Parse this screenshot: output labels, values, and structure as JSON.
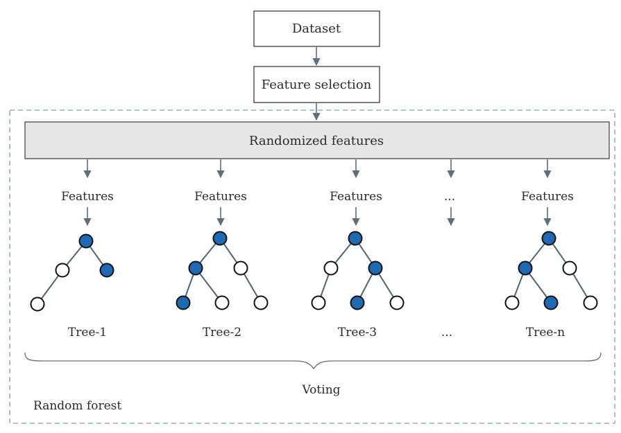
{
  "dataset_label": "Dataset",
  "feature_selection_label": "Feature selection",
  "randomized_label": "Randomized features",
  "ellipsis": "...",
  "voting_label": "Voting",
  "random_forest_label": "Random forest",
  "colors": {
    "filled_node": "#1d6ab4",
    "empty_node": "#ffffff",
    "edge": "#4f6472",
    "arrow": "#5b6f7c",
    "frame": "#7aa0b4",
    "band": "#e6e6e6"
  },
  "trees": [
    {
      "features_label": "Features",
      "tree_label": "Tree-1",
      "nodes": [
        {
          "id": "root",
          "filled": true
        },
        {
          "id": "l",
          "filled": false
        },
        {
          "id": "r",
          "filled": true
        },
        {
          "id": "ll",
          "filled": false
        }
      ],
      "edges": [
        [
          "root",
          "l"
        ],
        [
          "root",
          "r"
        ],
        [
          "l",
          "ll"
        ]
      ]
    },
    {
      "features_label": "Features",
      "tree_label": "Tree-2",
      "nodes": [
        {
          "id": "root",
          "filled": true
        },
        {
          "id": "l",
          "filled": true
        },
        {
          "id": "r",
          "filled": false
        },
        {
          "id": "ll",
          "filled": true
        },
        {
          "id": "lr",
          "filled": false
        },
        {
          "id": "rr",
          "filled": false
        }
      ],
      "edges": [
        [
          "root",
          "l"
        ],
        [
          "root",
          "r"
        ],
        [
          "l",
          "ll"
        ],
        [
          "l",
          "lr"
        ],
        [
          "r",
          "rr"
        ]
      ]
    },
    {
      "features_label": "Features",
      "tree_label": "Tree-3",
      "nodes": [
        {
          "id": "root",
          "filled": true
        },
        {
          "id": "l",
          "filled": false
        },
        {
          "id": "r",
          "filled": true
        },
        {
          "id": "ll",
          "filled": false
        },
        {
          "id": "rl",
          "filled": true
        },
        {
          "id": "rr",
          "filled": false
        }
      ],
      "edges": [
        [
          "root",
          "l"
        ],
        [
          "root",
          "r"
        ],
        [
          "l",
          "ll"
        ],
        [
          "r",
          "rl"
        ],
        [
          "r",
          "rr"
        ]
      ]
    },
    {
      "features_label": "Features",
      "tree_label": "Tree-n",
      "nodes": [
        {
          "id": "root",
          "filled": true
        },
        {
          "id": "l",
          "filled": true
        },
        {
          "id": "r",
          "filled": false
        },
        {
          "id": "ll",
          "filled": false
        },
        {
          "id": "lr",
          "filled": true
        },
        {
          "id": "rr",
          "filled": false
        }
      ],
      "edges": [
        [
          "root",
          "l"
        ],
        [
          "root",
          "r"
        ],
        [
          "l",
          "ll"
        ],
        [
          "l",
          "lr"
        ],
        [
          "r",
          "rr"
        ]
      ]
    }
  ]
}
